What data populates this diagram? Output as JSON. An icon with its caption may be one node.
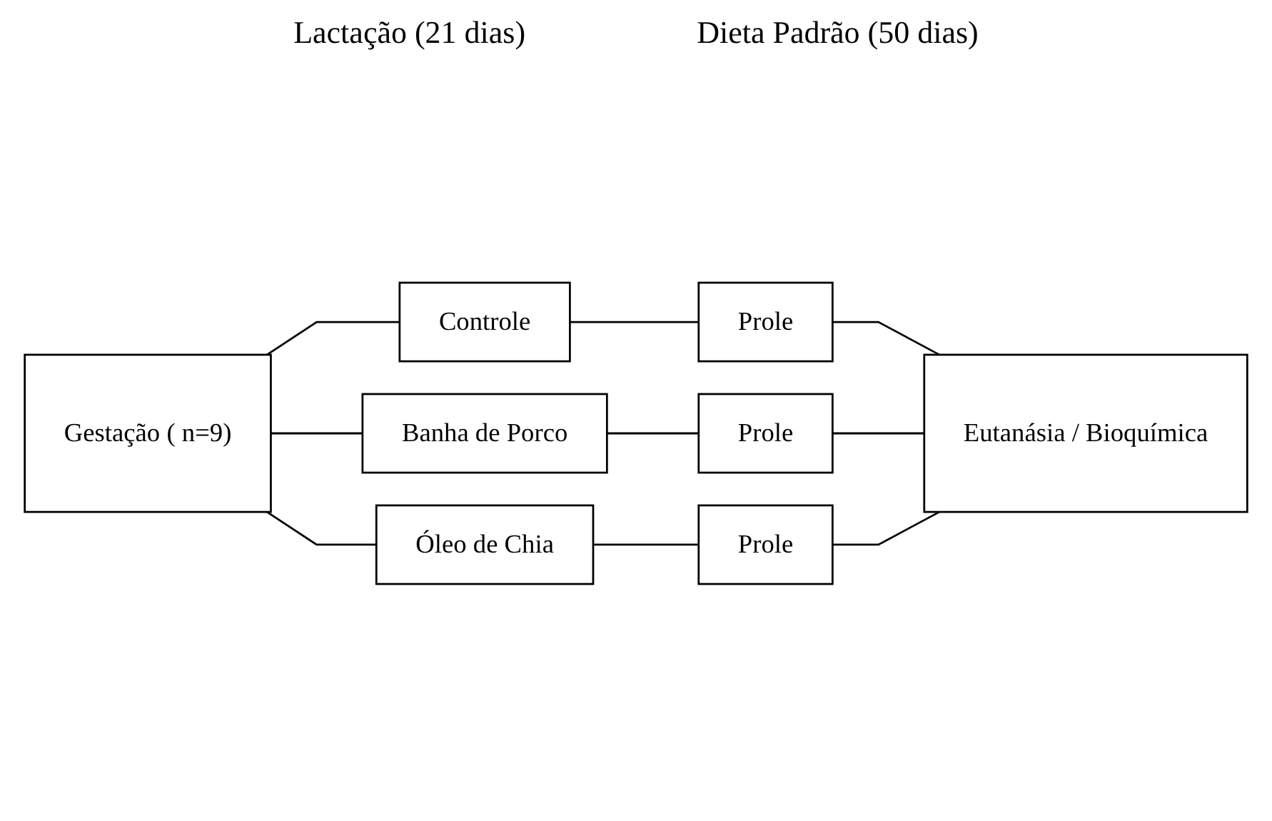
{
  "diagram": {
    "nodes": [
      {
        "text": [
          "Gestação ( n=9)"
        ]
      },
      {
        "text": [
          "Controle"
        ]
      },
      {
        "text": [
          "Banha de Porco"
        ]
      },
      {
        "text": [
          "Óleo de Chia"
        ]
      },
      {
        "text": [
          "Prole"
        ]
      },
      {
        "text": [
          "Prole"
        ]
      },
      {
        "text": [
          "Prole"
        ]
      },
      {
        "text": [
          "Eutanásia / Bioquímica"
        ]
      }
    ],
    "edges": [
      {
        "from": 0,
        "to": 1,
        "arrow": "none"
      },
      {
        "from": 0,
        "to": 2,
        "arrow": "none"
      },
      {
        "from": 0,
        "to": 3,
        "arrow": "none"
      },
      {
        "from": 1,
        "to": 4,
        "arrow": "none"
      },
      {
        "from": 2,
        "to": 5,
        "arrow": "none"
      },
      {
        "from": 3,
        "to": 6,
        "arrow": "none"
      },
      {
        "from": 4,
        "to": 7,
        "arrow": "none"
      },
      {
        "from": 5,
        "to": 7,
        "arrow": "none"
      },
      {
        "from": 6,
        "to": 7,
        "arrow": "none"
      }
    ],
    "labels": [
      "Lactação (21 dias)",
      "Dieta Padrão (50 dias)"
    ]
  }
}
